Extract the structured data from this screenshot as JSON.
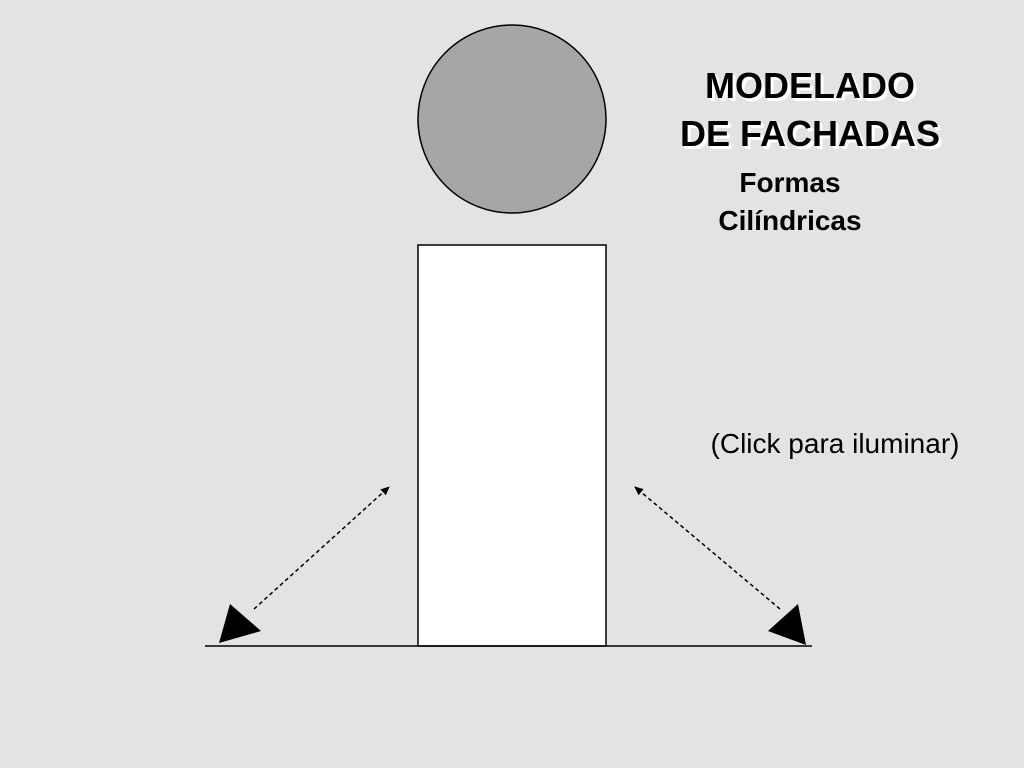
{
  "title": {
    "line1": "MODELADO",
    "line2": "DE FACHADAS"
  },
  "subtitle": {
    "line1": "Formas",
    "line2": "Cilíndricas"
  },
  "hint": "(Click para iluminar)",
  "colors": {
    "background": "#e3e3e3",
    "circle_fill": "#a6a6a6",
    "column_fill": "#ffffff",
    "stroke": "#000000"
  },
  "icons": {
    "left_light": "triangle-arrowhead-icon",
    "right_light": "triangle-arrowhead-icon"
  }
}
